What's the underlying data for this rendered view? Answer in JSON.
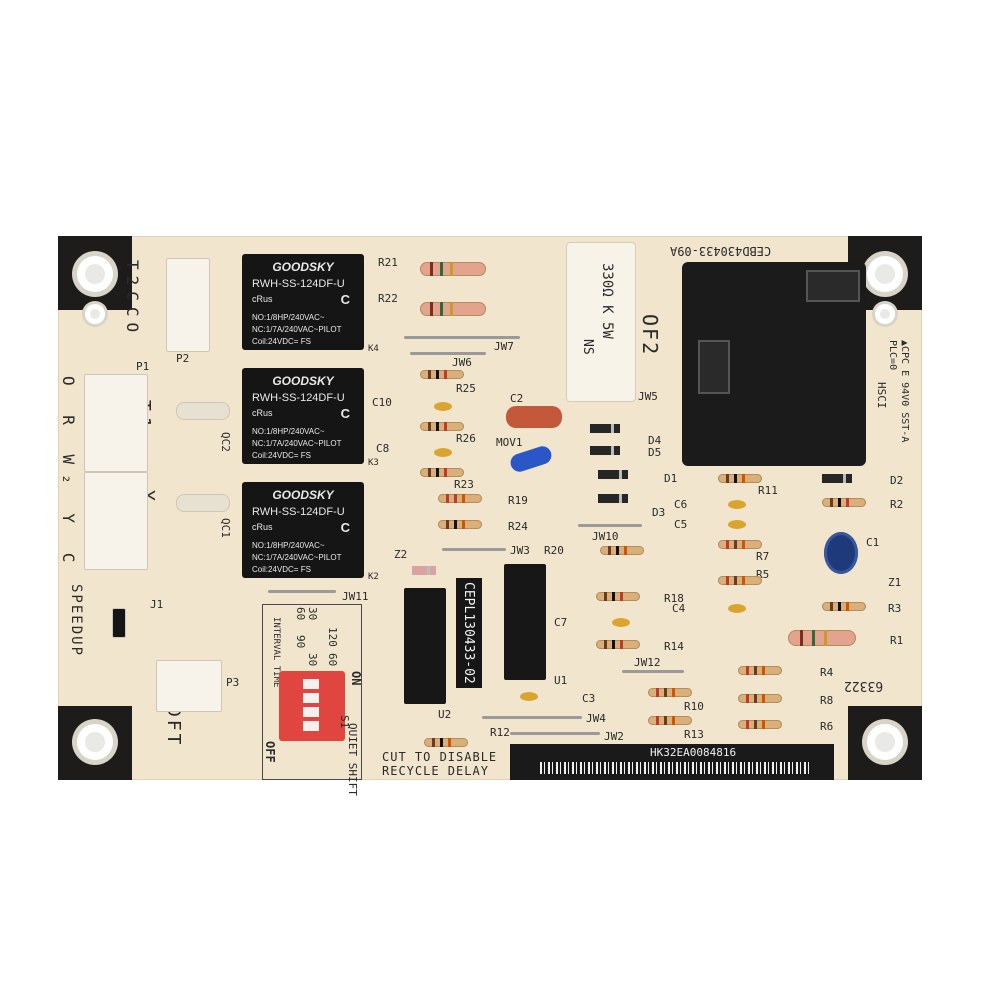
{
  "board": {
    "part_number_top": "CEBD430433-09A",
    "part_number_chip_label": "CEPL130433-02",
    "serial_label": "HK32EA0084816",
    "colors": {
      "board": "#f1e6cd",
      "mask": "#1e1c1a",
      "relay": "#151515"
    },
    "relays": [
      {
        "brand": "GOODSKY",
        "model": "RWH-SS-124DF-U",
        "cert": "cRus",
        "mark": "C",
        "rating1": "NO:1/8HP/240VAC~",
        "rating2": "NC:1/7A/240VAC~PILOT",
        "coil": "Coil:24VDC=",
        "suffix": "FS",
        "ref": "K4"
      },
      {
        "brand": "GOODSKY",
        "model": "RWH-SS-124DF-U",
        "cert": "cRus",
        "mark": "C",
        "rating1": "NO:1/8HP/240VAC~",
        "rating2": "NC:1/7A/240VAC~PILOT",
        "coil": "Coil:24VDC=",
        "suffix": "FS",
        "ref": "K3"
      },
      {
        "brand": "GOODSKY",
        "model": "RWH-SS-124DF-U",
        "cert": "cRus",
        "mark": "C",
        "rating1": "NO:1/8HP/240VAC~",
        "rating2": "NC:1/7A/240VAC~PILOT",
        "coil": "Coil:24VDC=",
        "suffix": "FS",
        "ref": "K2"
      }
    ],
    "power_resistor": {
      "value": "330Ω K 5W",
      "code": "NS"
    },
    "terminal_labels": {
      "t2cco": "T2CCO",
      "orwy": "O R W₂ Y C",
      "t1": "T1",
      "y": "Y",
      "speedup": "SPEEDUP",
      "dft": "DFT",
      "of2": "OF2",
      "hsci": "HSCI",
      "cpc": "▲CPC E 94V0 SST-A",
      "plc": "PLC=0"
    },
    "dip_switch": {
      "interval_title": "INTERVAL TIME",
      "interval_values": [
        "30",
        "60",
        "90",
        "120",
        "60",
        "30"
      ],
      "quiet_shift": "QUIET SHIFT",
      "on_label": "ON",
      "off_label": "OFF",
      "ref": "S1"
    },
    "cut_note": [
      "CUT TO DISABLE",
      "RECYCLE DELAY"
    ],
    "misc_code": "63322",
    "refs": {
      "r21": "R21",
      "r22": "R22",
      "r25": "R25",
      "r26": "R26",
      "r23": "R23",
      "r19": "R19",
      "r24": "R24",
      "r20": "R20",
      "r18": "R18",
      "r14": "R14",
      "r10": "R10",
      "r12": "R12",
      "r13": "R13",
      "r11": "R11",
      "r7": "R7",
      "r5": "R5",
      "r2": "R2",
      "r3": "R3",
      "r1": "R1",
      "r4": "R4",
      "r8": "R8",
      "r6": "R6",
      "c10": "C10",
      "c8": "C8",
      "c2": "C2",
      "c7": "C7",
      "c3": "C3",
      "c6": "C6",
      "c5": "C5",
      "c4": "C4",
      "c1": "C1",
      "jw6": "JW6",
      "jw7": "JW7",
      "jw5": "JW5",
      "jw10": "JW10",
      "jw3": "JW3",
      "jw11": "JW11",
      "jw12": "JW12",
      "jw4": "JW4",
      "jw2": "JW2",
      "d1": "D1",
      "d2": "D2",
      "d3": "D3",
      "d4": "D4",
      "d5": "D5",
      "z1": "Z1",
      "z2": "Z2",
      "qc1": "QC1",
      "qc2": "QC2",
      "p1": "P1",
      "p2": "P2",
      "p3": "P3",
      "j1": "J1",
      "u1": "U1",
      "u2": "U2",
      "mov1": "MOV1"
    }
  }
}
